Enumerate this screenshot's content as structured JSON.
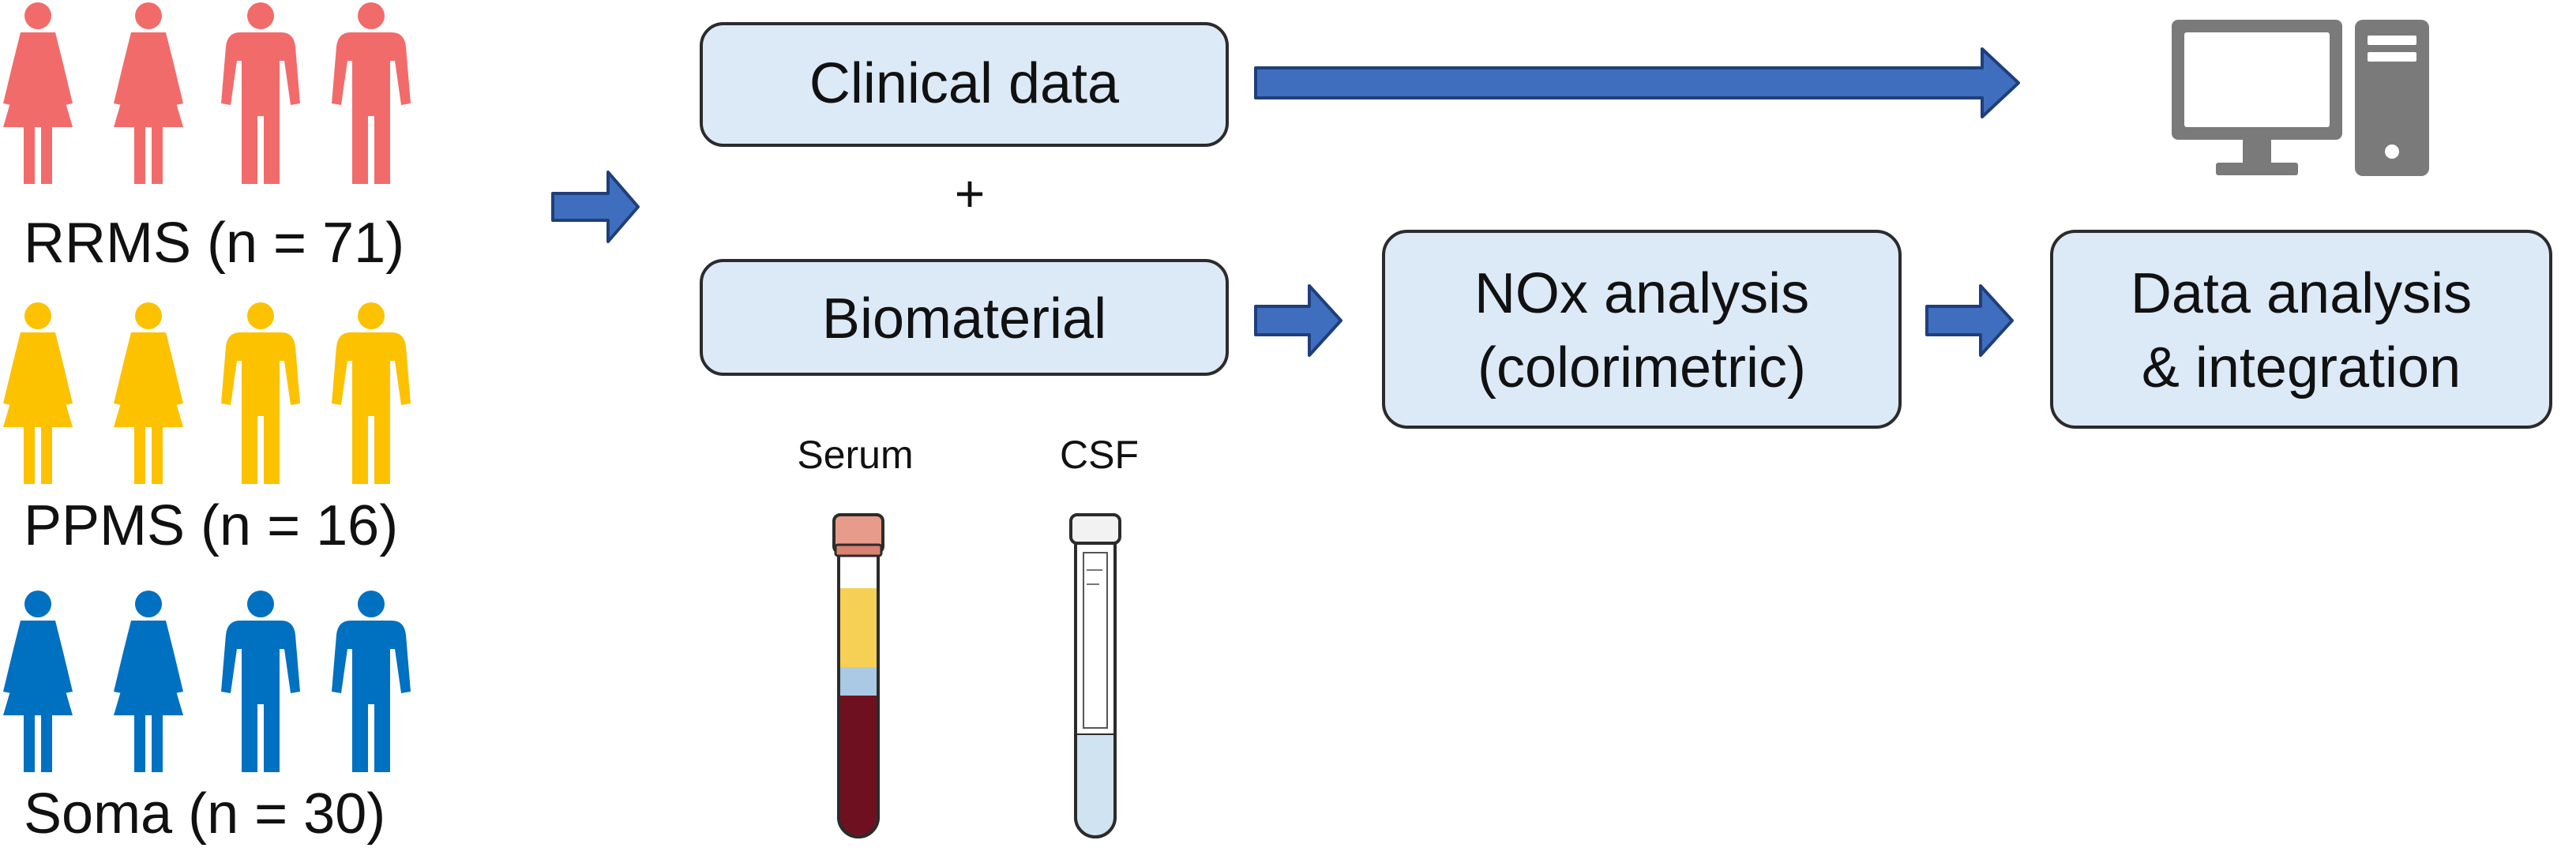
{
  "groups": [
    {
      "label": "RRMS (n = 71)",
      "color": "#f26b6b"
    },
    {
      "label": "PPMS (n = 16)",
      "color": "#fcc200"
    },
    {
      "label": "Soma (n = 30)",
      "color": "#0070c0"
    }
  ],
  "boxes": {
    "clinical_data": "Clinical data",
    "plus": "+",
    "biomaterial": "Biomaterial",
    "nox_line1": "NOx analysis",
    "nox_line2": "(colorimetric)",
    "data_line1": "Data analysis",
    "data_line2": "& integration"
  },
  "samples": {
    "serum": "Serum",
    "csf": "CSF"
  },
  "colors": {
    "box_fill": "#dce9f6",
    "box_stroke": "#2b2b2b",
    "arrow": "#3f6ebf",
    "arrow_stroke": "#1f3f7a",
    "computer": "#7a7a7a",
    "serum_top": "#e79b8a",
    "serum_yellow": "#f6cf55",
    "serum_blue": "#a9c9e4",
    "serum_blood": "#6f1020",
    "csf_fluid": "#cfe3f0"
  },
  "icons": [
    "female-person-icon",
    "male-person-icon",
    "computer-icon",
    "serum-tube-icon",
    "csf-tube-icon",
    "arrow-icon"
  ]
}
